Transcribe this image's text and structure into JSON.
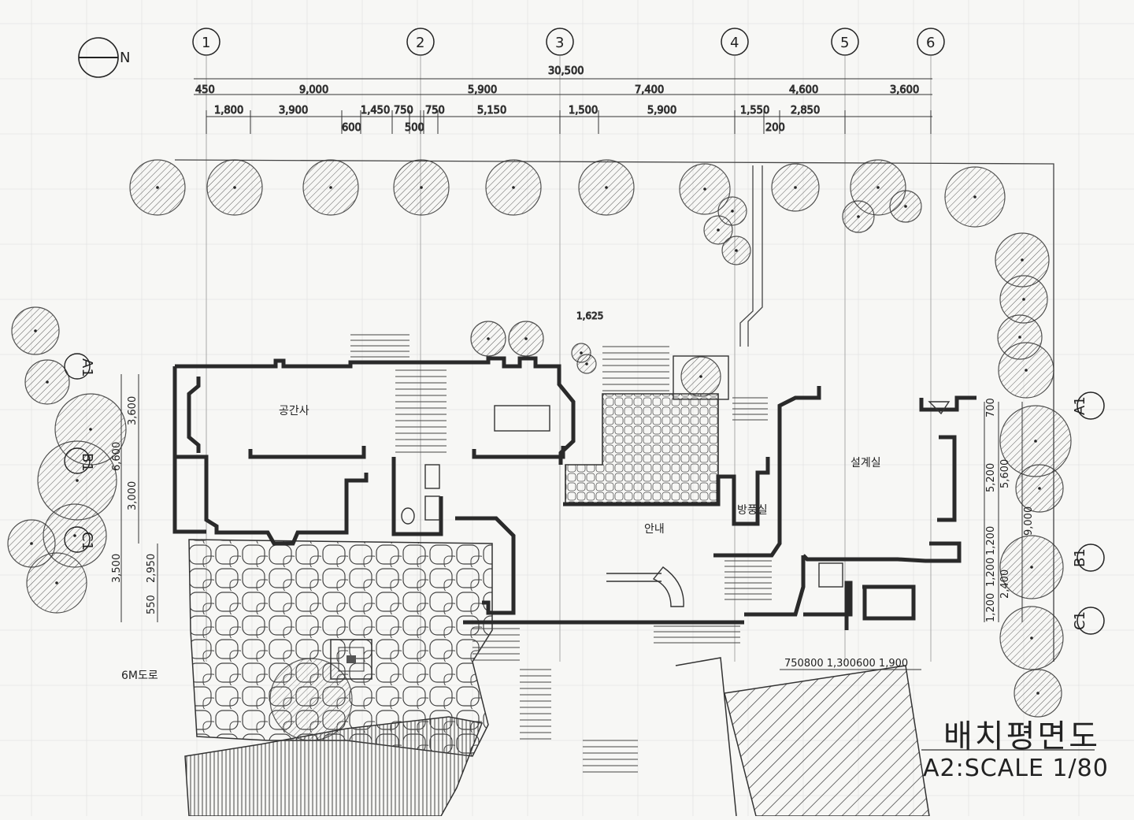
{
  "north": {
    "label": "N"
  },
  "grid": {
    "columns": [
      "1",
      "2",
      "3",
      "4",
      "5",
      "6"
    ],
    "rows_right": [
      "A1",
      "B1",
      "C1"
    ],
    "rows_left": [
      "A1",
      "B1",
      "C1"
    ]
  },
  "dims_top": {
    "overall": "30,500",
    "row1": [
      "450",
      "9,000",
      "5,900",
      "7,400",
      "4,600",
      "3,600"
    ],
    "row2": [
      "1,800",
      "3,900",
      "1,450",
      "750",
      "750",
      "5,150",
      "1,500",
      "5,900",
      "1,550",
      "2,850"
    ],
    "row3": [
      "600",
      "500",
      "200"
    ],
    "entry": "1,625"
  },
  "dims_left": [
    "3,600",
    "6,600",
    "3,000",
    "3,500",
    "2,950",
    "550"
  ],
  "dims_right": [
    "700",
    "5,200",
    "5,600",
    "9,000",
    "1,200",
    "1,200",
    "2,400",
    "1,200"
  ],
  "dims_bottom": "750800 1,300600 1,900",
  "rooms": {
    "gonggansa": "공간사",
    "seolgyesil": "설계실",
    "annae": "안내",
    "bangpungsil": "방풍실"
  },
  "road": "6M도로",
  "title": "배치평면도",
  "subtitle": "A2:SCALE 1/80",
  "colors": {
    "ink": "#2a2a2a",
    "paper": "#f7f7f5",
    "wall": "#555555"
  }
}
